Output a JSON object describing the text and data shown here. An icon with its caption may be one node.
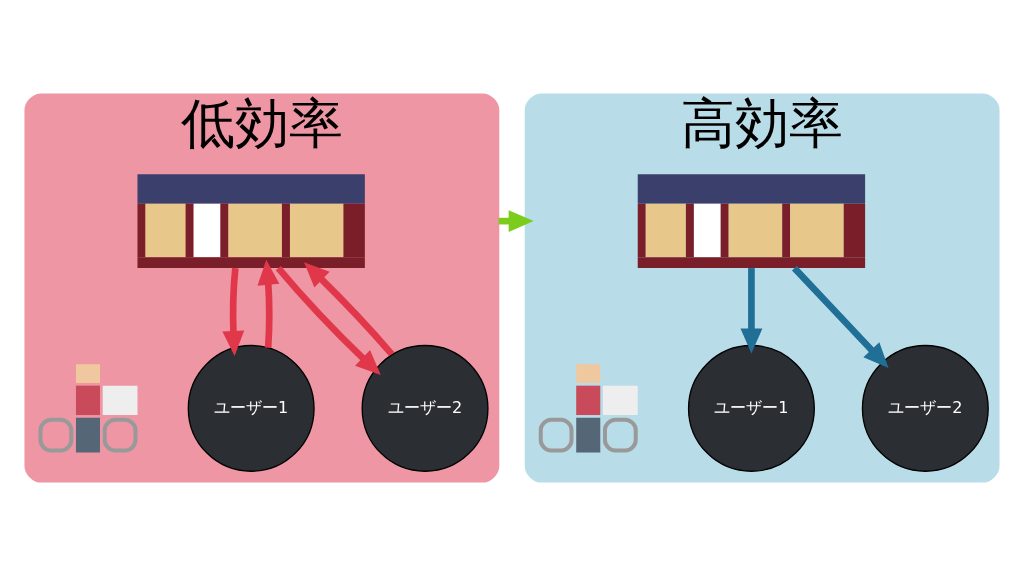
{
  "diagram": {
    "nodes": [
      {
        "text": [
          "低効率"
        ]
      },
      {
        "text": [],
        "shape": "picture",
        "in": 0
      },
      {
        "text": [],
        "shape": "picture",
        "in": 0
      },
      {
        "text": [
          "ユーザー1"
        ],
        "in": 0
      },
      {
        "text": [
          "ユーザー2"
        ],
        "in": 0
      },
      {
        "text": [
          "高効率"
        ]
      },
      {
        "text": [],
        "shape": "picture",
        "in": 5
      },
      {
        "text": [],
        "shape": "picture",
        "in": 5
      },
      {
        "text": [
          "ユーザー1"
        ],
        "in": 5
      },
      {
        "text": [
          "ユーザー2"
        ],
        "in": 5
      }
    ],
    "edges": [
      {
        "from": 1,
        "to": 3,
        "arrow": "to",
        "color": "#e0384a"
      },
      {
        "from": 3,
        "to": 1,
        "arrow": "to",
        "color": "#e0384a"
      },
      {
        "from": 4,
        "to": 1,
        "arrow": "to",
        "color": "#e0384a"
      },
      {
        "from": 1,
        "to": 4,
        "arrow": "to",
        "color": "#e0384a"
      },
      {
        "from": 6,
        "to": 8,
        "arrow": "to",
        "color": "#1f6f96"
      },
      {
        "from": 6,
        "to": 9,
        "arrow": "to",
        "color": "#1f6f96"
      },
      {
        "from": 0,
        "to": 5,
        "arrow": "to",
        "color": "#7ccc1c"
      }
    ]
  }
}
